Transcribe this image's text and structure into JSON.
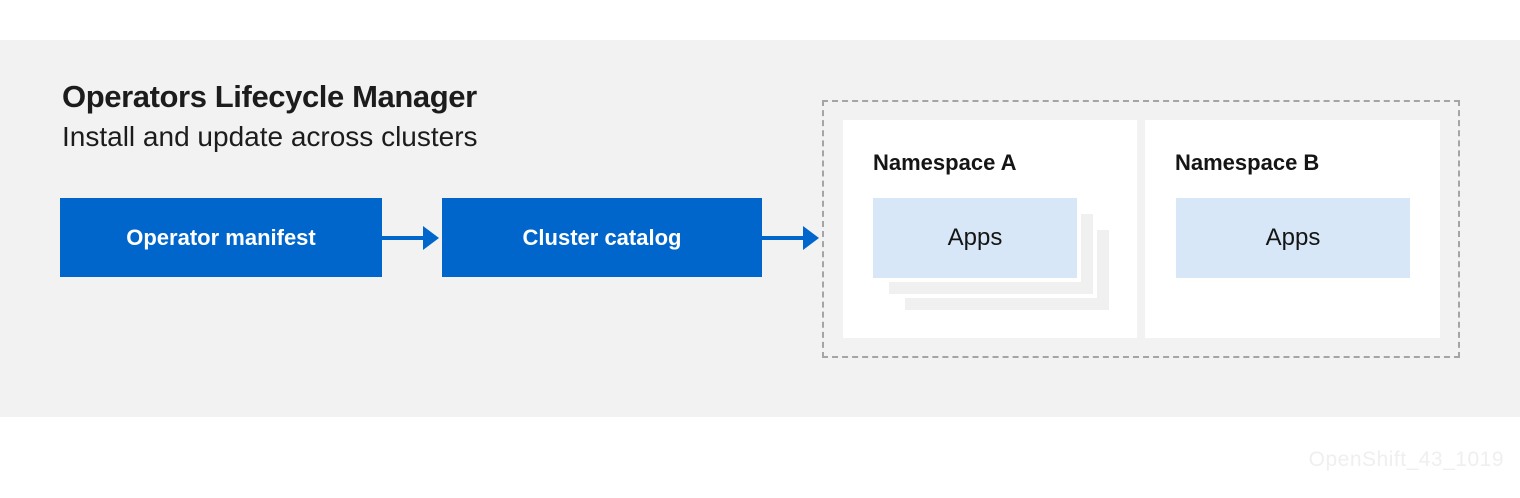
{
  "header": {
    "title": "Operators Lifecycle Manager",
    "subtitle": "Install and update across clusters"
  },
  "flow": {
    "nodes": [
      {
        "label": "Operator manifest"
      },
      {
        "label": "Cluster catalog"
      }
    ]
  },
  "cluster_boundary": {
    "namespaces": [
      {
        "title": "Namespace A",
        "app_label": "Apps",
        "stacked_copies": 2
      },
      {
        "title": "Namespace B",
        "app_label": "Apps",
        "stacked_copies": 0
      }
    ]
  },
  "watermark": {
    "text": "OpenShift_43_1019"
  },
  "colors": {
    "node_blue": "#0066cc",
    "apps_light_blue": "#d7e7f7",
    "canvas_gray": "#f2f2f2",
    "dashed_border_gray": "#a5a5a5",
    "stack_shadow_gray": "#f0f0f0",
    "text_dark": "#1c1c1c",
    "node_text_white": "#ffffff",
    "watermark_gray": "#efefef"
  }
}
